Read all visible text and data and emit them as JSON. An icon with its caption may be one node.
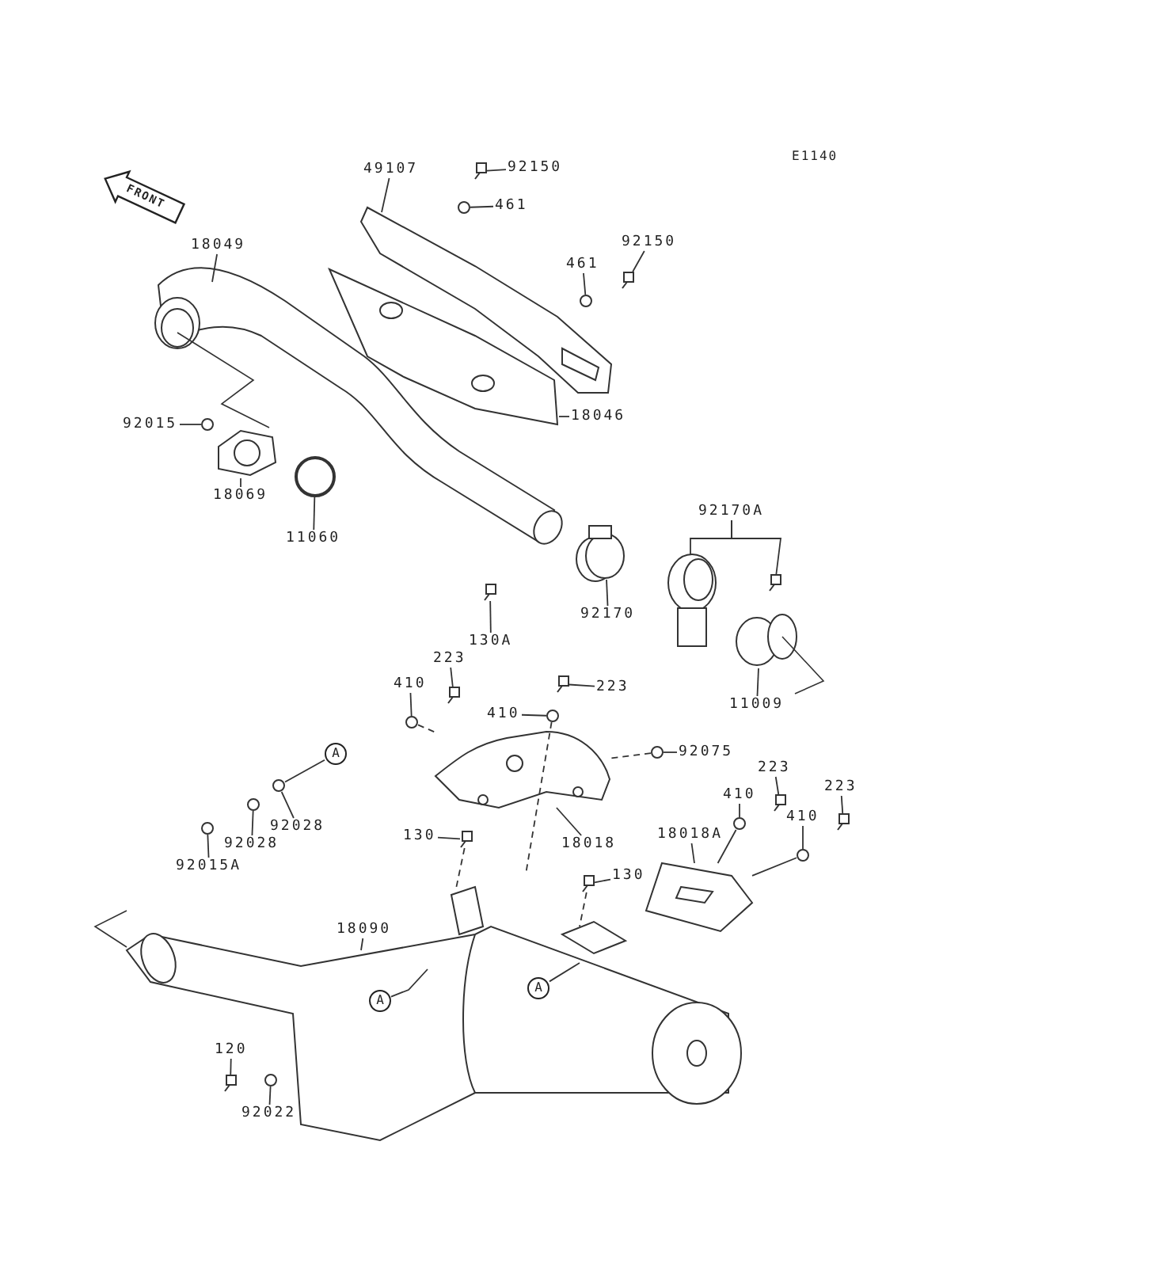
{
  "diagram": {
    "nodes": [
      {
        "text": [
          "49107"
        ]
      },
      {
        "text": [
          "92150"
        ]
      },
      {
        "text": [
          "461"
        ]
      },
      {
        "text": [
          "18049"
        ]
      },
      {
        "text": [
          "92150"
        ]
      },
      {
        "text": [
          "461"
        ]
      },
      {
        "text": [
          "18046"
        ]
      },
      {
        "text": [
          "92015"
        ]
      },
      {
        "text": [
          "18069"
        ]
      },
      {
        "text": [
          "11060"
        ]
      },
      {
        "text": [
          "92170A"
        ]
      },
      {
        "text": [
          "130A"
        ]
      },
      {
        "text": [
          "92170"
        ]
      },
      {
        "text": [
          "11009"
        ]
      },
      {
        "text": [
          "223"
        ]
      },
      {
        "text": [
          "410"
        ]
      },
      {
        "text": [
          "410"
        ]
      },
      {
        "text": [
          "223"
        ]
      },
      {
        "text": [
          "92075"
        ]
      },
      {
        "text": [
          "A"
        ]
      },
      {
        "text": [
          "92028"
        ]
      },
      {
        "text": [
          "92028"
        ]
      },
      {
        "text": [
          "92015A"
        ]
      },
      {
        "text": [
          "223"
        ]
      },
      {
        "text": [
          "410"
        ]
      },
      {
        "text": [
          "18018A"
        ]
      },
      {
        "text": [
          "223"
        ]
      },
      {
        "text": [
          "410"
        ]
      },
      {
        "text": [
          "18018"
        ]
      },
      {
        "text": [
          "130"
        ]
      },
      {
        "text": [
          "130"
        ]
      },
      {
        "text": [
          "18090"
        ]
      },
      {
        "text": [
          "A"
        ]
      },
      {
        "text": [
          "A"
        ]
      },
      {
        "text": [
          "120"
        ]
      },
      {
        "text": [
          "92022"
        ]
      },
      {
        "text": [],
        "shape": "bolt"
      },
      {
        "text": [],
        "shape": "bolt"
      },
      {
        "text": [],
        "shape": "bolt"
      },
      {
        "text": [],
        "shape": "bolt"
      },
      {
        "text": [],
        "shape": "bolt"
      },
      {
        "text": [],
        "shape": "bolt"
      },
      {
        "text": [],
        "shape": "bolt"
      },
      {
        "text": [],
        "shape": "bolt"
      },
      {
        "text": [],
        "shape": "bolt"
      },
      {
        "text": [],
        "shape": "bolt"
      },
      {
        "text": [],
        "shape": "bolt"
      },
      {
        "text": [],
        "shape": "washer"
      },
      {
        "text": [],
        "shape": "washer"
      },
      {
        "text": [],
        "shape": "washer"
      },
      {
        "text": [],
        "shape": "washer"
      },
      {
        "text": [],
        "shape": "washer"
      },
      {
        "text": [],
        "shape": "washer"
      },
      {
        "text": [],
        "shape": "washer"
      },
      {
        "text": [],
        "shape": "washer"
      },
      {
        "text": [],
        "shape": "washer"
      },
      {
        "text": [],
        "shape": "washer"
      },
      {
        "text": [],
        "shape": "washer"
      },
      {
        "text": [],
        "shape": "circle"
      },
      {
        "text": [],
        "shape": "washer"
      },
      {
        "text": [],
        "shape": "bracket"
      },
      {
        "text": [],
        "shape": "plate"
      }
    ],
    "edges": [
      {
        "from": 0,
        "to": null,
        "arrow": "none"
      },
      {
        "from": 1,
        "to": 36,
        "arrow": "none"
      },
      {
        "from": 2,
        "to": 47,
        "arrow": "none"
      },
      {
        "from": 3,
        "to": null,
        "arrow": "none"
      },
      {
        "from": 4,
        "to": 37,
        "arrow": "none"
      },
      {
        "from": 5,
        "to": 48,
        "arrow": "none"
      },
      {
        "from": 6,
        "to": null,
        "arrow": "none"
      },
      {
        "from": 7,
        "to": 59,
        "arrow": "none"
      },
      {
        "from": 8,
        "to": null,
        "arrow": "none"
      },
      {
        "from": 9,
        "to": 58,
        "arrow": "none"
      },
      {
        "from": 10,
        "to": null,
        "arrow": "none"
      },
      {
        "from": 10,
        "to": 39,
        "arrow": "none"
      },
      {
        "from": 11,
        "to": 38,
        "arrow": "none"
      },
      {
        "from": 12,
        "to": null,
        "arrow": "none"
      },
      {
        "from": 13,
        "to": null,
        "arrow": "none"
      },
      {
        "from": 14,
        "to": 40,
        "arrow": "none"
      },
      {
        "from": 15,
        "to": 49,
        "arrow": "none"
      },
      {
        "from": 16,
        "to": 50,
        "arrow": "none"
      },
      {
        "from": 17,
        "to": 41,
        "arrow": "none"
      },
      {
        "from": 18,
        "to": 51,
        "arrow": "none"
      },
      {
        "from": 19,
        "to": 52,
        "arrow": "none"
      },
      {
        "from": 20,
        "to": 52,
        "arrow": "none"
      },
      {
        "from": 21,
        "to": 53,
        "arrow": "none"
      },
      {
        "from": 22,
        "to": 54,
        "arrow": "none"
      },
      {
        "from": 23,
        "to": 42,
        "arrow": "none"
      },
      {
        "from": 24,
        "to": 55,
        "arrow": "none"
      },
      {
        "from": 25,
        "to": 61,
        "arrow": "none"
      },
      {
        "from": 26,
        "to": 43,
        "arrow": "none"
      },
      {
        "from": 27,
        "to": 56,
        "arrow": "none"
      },
      {
        "from": 28,
        "to": 60,
        "arrow": "none"
      },
      {
        "from": 29,
        "to": 44,
        "arrow": "none"
      },
      {
        "from": 30,
        "to": 45,
        "arrow": "none"
      },
      {
        "from": 31,
        "to": null,
        "arrow": "none"
      },
      {
        "from": 32,
        "to": null,
        "arrow": "none"
      },
      {
        "from": 33,
        "to": null,
        "arrow": "none"
      },
      {
        "from": 34,
        "to": 46,
        "arrow": "none"
      },
      {
        "from": 35,
        "to": 57,
        "arrow": "none"
      },
      {
        "from": 49,
        "to": 60,
        "arrow": "none",
        "style": "dashed"
      },
      {
        "from": 50,
        "to": null,
        "arrow": "none",
        "style": "dashed"
      },
      {
        "from": 51,
        "to": 60,
        "arrow": "none",
        "style": "dashed"
      },
      {
        "from": 44,
        "to": null,
        "arrow": "none",
        "style": "dashed"
      },
      {
        "from": 45,
        "to": null,
        "arrow": "none",
        "style": "dashed"
      },
      {
        "from": 55,
        "to": 61,
        "arrow": "none"
      },
      {
        "from": 56,
        "to": 61,
        "arrow": "none"
      }
    ],
    "labels": [
      "E1140",
      "FRONT"
    ]
  }
}
